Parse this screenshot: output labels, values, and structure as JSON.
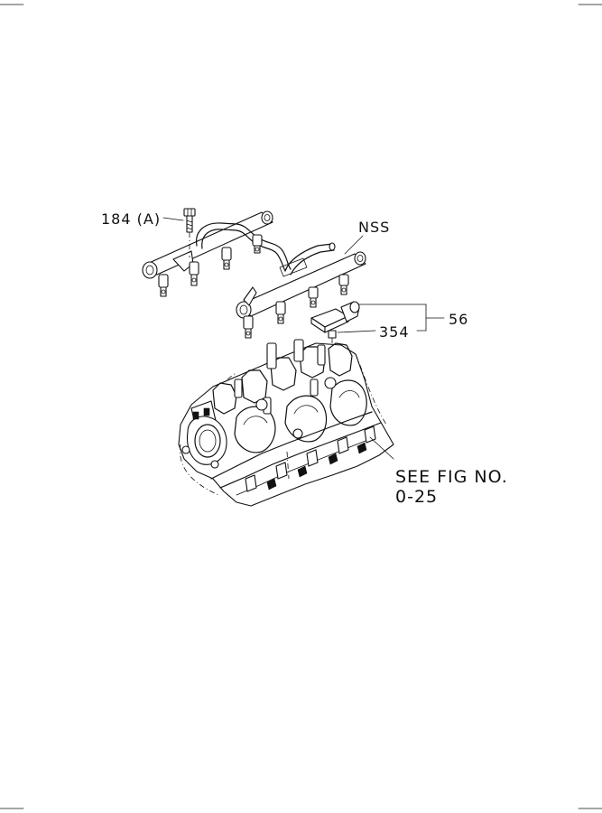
{
  "callouts": {
    "bolt": "184 (A)",
    "fuel_rail_assembly": "NSS",
    "sensor_assembly": "56",
    "sensor": "354",
    "reference_line1": "SEE  FIG  NO.",
    "reference_line2": "0-25"
  }
}
